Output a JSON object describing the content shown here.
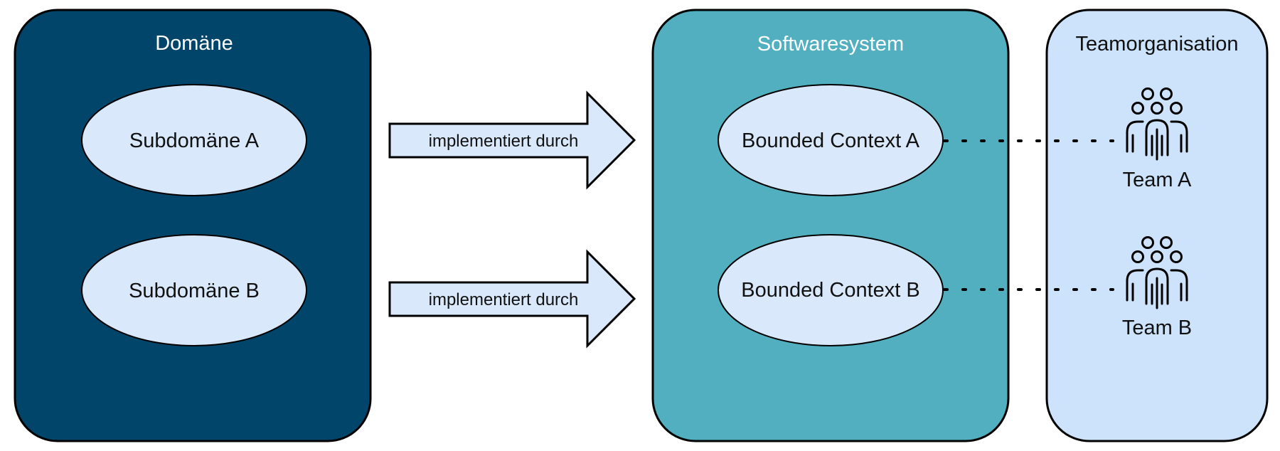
{
  "colors": {
    "domain_box": "#01466a",
    "software_box": "#51afbf",
    "team_box": "#cce3fb",
    "ellipse_fill": "#d9e8fb",
    "arrow_fill": "#d9e8fb",
    "outline": "#000000",
    "light_title": "#ffffff",
    "dark_title": "#111111"
  },
  "domain_box": {
    "title": "Domäne",
    "subdomains": [
      {
        "label": "Subdomäne A"
      },
      {
        "label": "Subdomäne B"
      }
    ]
  },
  "arrows": [
    {
      "label": "implementiert durch"
    },
    {
      "label": "implementiert durch"
    }
  ],
  "software_box": {
    "title": "Softwaresystem",
    "contexts": [
      {
        "label": "Bounded Context A"
      },
      {
        "label": "Bounded Context B"
      }
    ]
  },
  "team_box": {
    "title": "Teamorganisation",
    "teams": [
      {
        "label": "Team A",
        "icon": "team-people-icon"
      },
      {
        "label": "Team B",
        "icon": "team-people-icon"
      }
    ]
  },
  "connectors": [
    {
      "from": "Bounded Context A",
      "to": "Team A",
      "style": "dotted"
    },
    {
      "from": "Bounded Context B",
      "to": "Team B",
      "style": "dotted"
    }
  ]
}
